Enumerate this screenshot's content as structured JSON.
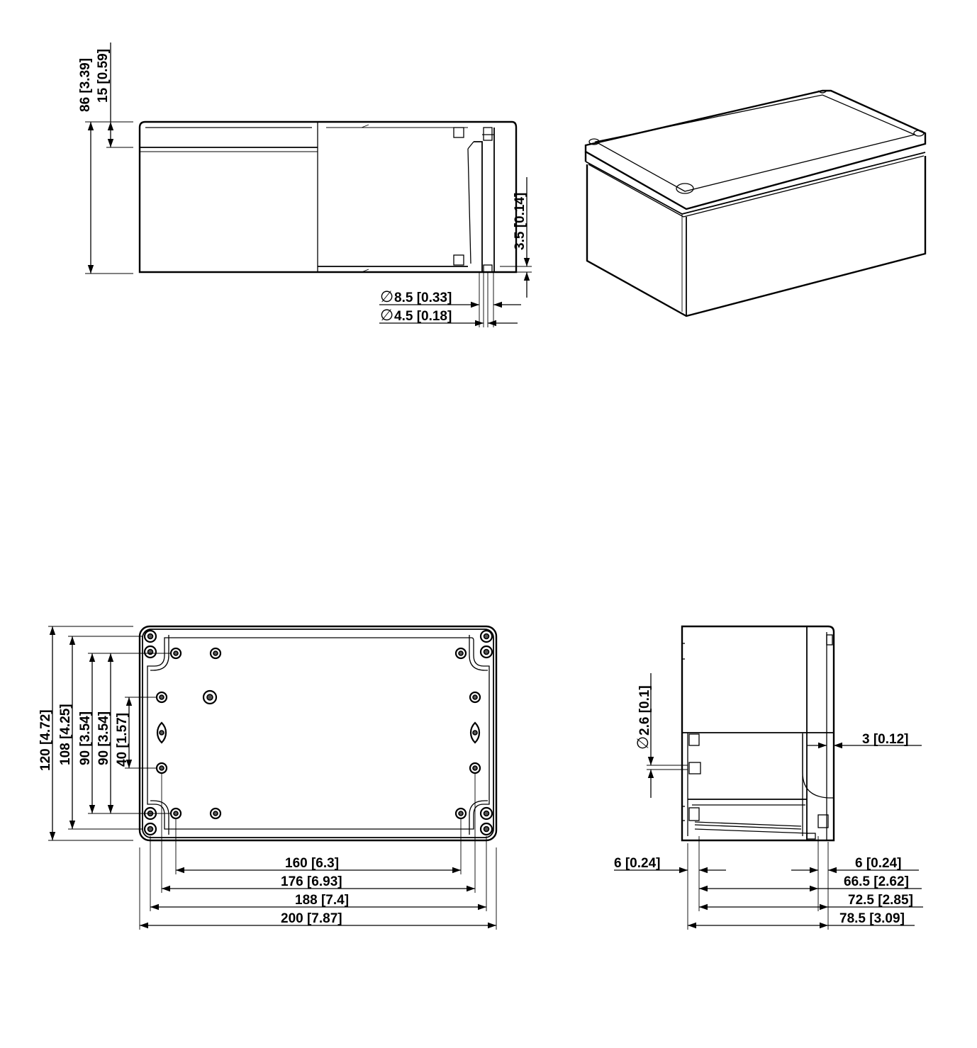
{
  "dimensions": {
    "side_height": "86  [3.39]",
    "lid_height": "15  [0.59]",
    "flange_depth": "3.5  [0.14]",
    "bore_outer": "8.5  [0.33]",
    "bore_inner": "4.5  [0.18]",
    "front_h_120": "120  [4.72]",
    "front_h_108": "108  [4.25]",
    "front_h_90a": "90  [3.54]",
    "front_h_90b": "90  [3.54]",
    "front_h_40": "40  [1.57]",
    "front_w_160": "160  [6.3]",
    "front_w_176": "176  [6.93]",
    "front_w_188": "188  [7.4]",
    "front_w_200": "200  [7.87]",
    "end_dia": "2.6  [0.1]",
    "end_wall": "3  [0.12]",
    "end_left": "6  [0.24]",
    "end_right": "6  [0.24]",
    "end_665": "66.5  [2.62]",
    "end_725": "72.5  [2.85]",
    "end_785": "78.5  [3.09]"
  },
  "symbols": {
    "diameter": "∅"
  }
}
